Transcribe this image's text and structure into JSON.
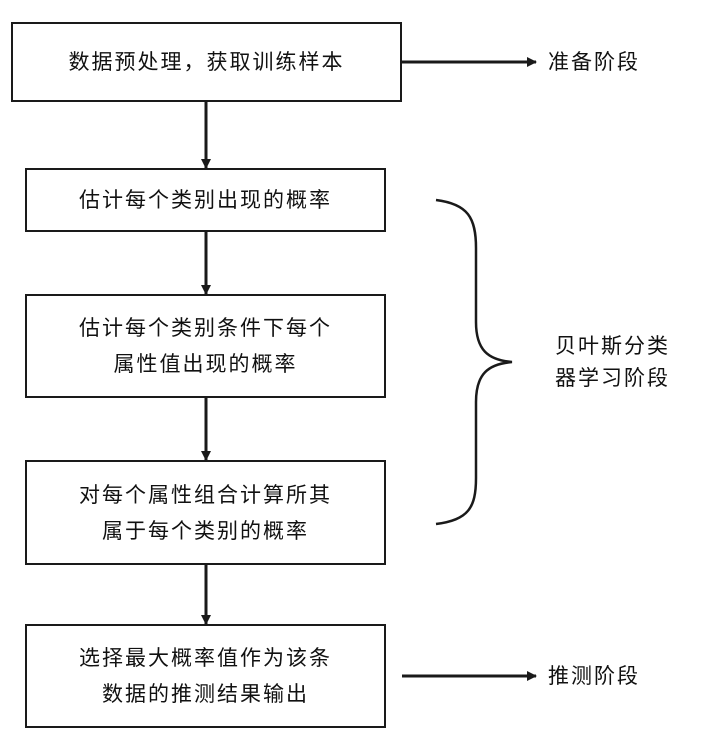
{
  "steps": [
    {
      "lines": [
        "数据预处理，获取训练样本"
      ]
    },
    {
      "lines": [
        "估计每个类别出现的概率"
      ]
    },
    {
      "lines": [
        "估计每个类别条件下每个",
        "属性值出现的概率"
      ]
    },
    {
      "lines": [
        "对每个属性组合计算所其",
        "属于每个类别的概率"
      ]
    },
    {
      "lines": [
        "选择最大概率值作为该条",
        "数据的推测结果输出"
      ]
    }
  ],
  "stage_labels": {
    "prepare": "准备阶段",
    "learn_line1": "贝叶斯分类",
    "learn_line2": "器学习阶段",
    "infer": "推测阶段"
  }
}
